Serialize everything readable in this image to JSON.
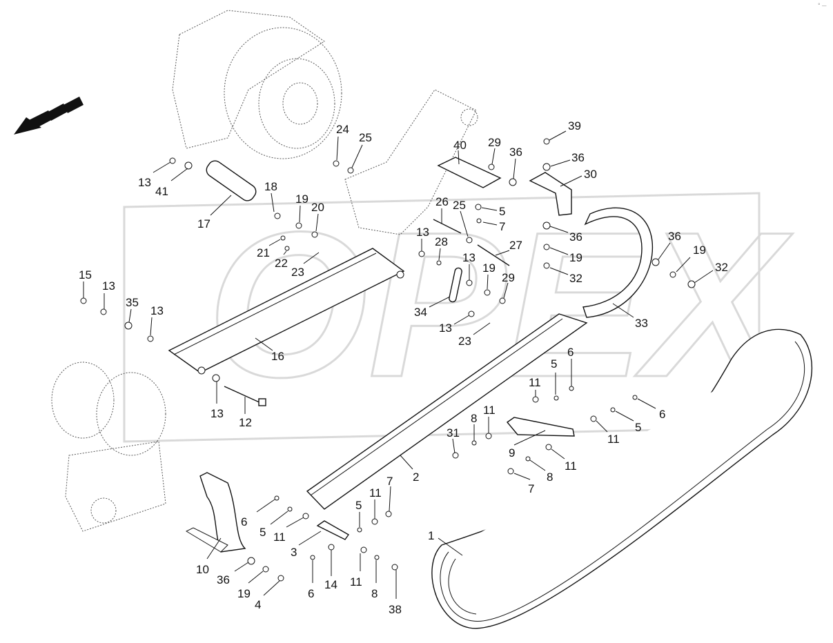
{
  "watermark": "OPEX",
  "corner_mark": "° —",
  "callouts": [
    {
      "id": "1"
    },
    {
      "id": "2"
    },
    {
      "id": "3"
    },
    {
      "id": "4"
    },
    {
      "id": "5a"
    },
    {
      "id": "5b"
    },
    {
      "id": "5c"
    },
    {
      "id": "5d"
    },
    {
      "id": "5e"
    },
    {
      "id": "6a"
    },
    {
      "id": "6b"
    },
    {
      "id": "6c"
    },
    {
      "id": "6d"
    },
    {
      "id": "7a"
    },
    {
      "id": "7b"
    },
    {
      "id": "7c"
    },
    {
      "id": "8a"
    },
    {
      "id": "8b"
    },
    {
      "id": "8c"
    },
    {
      "id": "9"
    },
    {
      "id": "10"
    },
    {
      "id": "11a"
    },
    {
      "id": "11b"
    },
    {
      "id": "11c"
    },
    {
      "id": "11d"
    },
    {
      "id": "11e"
    },
    {
      "id": "11f"
    },
    {
      "id": "11g"
    },
    {
      "id": "12"
    },
    {
      "id": "13a"
    },
    {
      "id": "13b"
    },
    {
      "id": "13c"
    },
    {
      "id": "13d"
    },
    {
      "id": "13e"
    },
    {
      "id": "13f"
    },
    {
      "id": "13g"
    },
    {
      "id": "14"
    },
    {
      "id": "15"
    },
    {
      "id": "16"
    },
    {
      "id": "17"
    },
    {
      "id": "18"
    },
    {
      "id": "19a"
    },
    {
      "id": "19b"
    },
    {
      "id": "19c"
    },
    {
      "id": "19d"
    },
    {
      "id": "19e"
    },
    {
      "id": "20"
    },
    {
      "id": "21"
    },
    {
      "id": "22"
    },
    {
      "id": "23a"
    },
    {
      "id": "23b"
    },
    {
      "id": "24"
    },
    {
      "id": "25a"
    },
    {
      "id": "25b"
    },
    {
      "id": "26"
    },
    {
      "id": "27"
    },
    {
      "id": "28"
    },
    {
      "id": "29a"
    },
    {
      "id": "29b"
    },
    {
      "id": "30"
    },
    {
      "id": "31"
    },
    {
      "id": "32a"
    },
    {
      "id": "32b"
    },
    {
      "id": "33"
    },
    {
      "id": "34"
    },
    {
      "id": "35"
    },
    {
      "id": "36a"
    },
    {
      "id": "36b"
    },
    {
      "id": "36c"
    },
    {
      "id": "36d"
    },
    {
      "id": "36e"
    },
    {
      "id": "38"
    },
    {
      "id": "39"
    },
    {
      "id": "40"
    },
    {
      "id": "41"
    }
  ],
  "labels": {
    "1": "1",
    "2": "2",
    "3": "3",
    "4": "4",
    "5": "5",
    "6": "6",
    "7": "7",
    "8": "8",
    "9": "9",
    "10": "10",
    "11": "11",
    "12": "12",
    "13": "13",
    "14": "14",
    "15": "15",
    "16": "16",
    "17": "17",
    "18": "18",
    "19": "19",
    "20": "20",
    "21": "21",
    "22": "22",
    "23": "23",
    "24": "24",
    "25": "25",
    "26": "26",
    "27": "27",
    "28": "28",
    "29": "29",
    "30": "30",
    "31": "31",
    "32": "32",
    "33": "33",
    "34": "34",
    "35": "35",
    "36": "36",
    "38": "38",
    "39": "39",
    "40": "40",
    "41": "41"
  }
}
